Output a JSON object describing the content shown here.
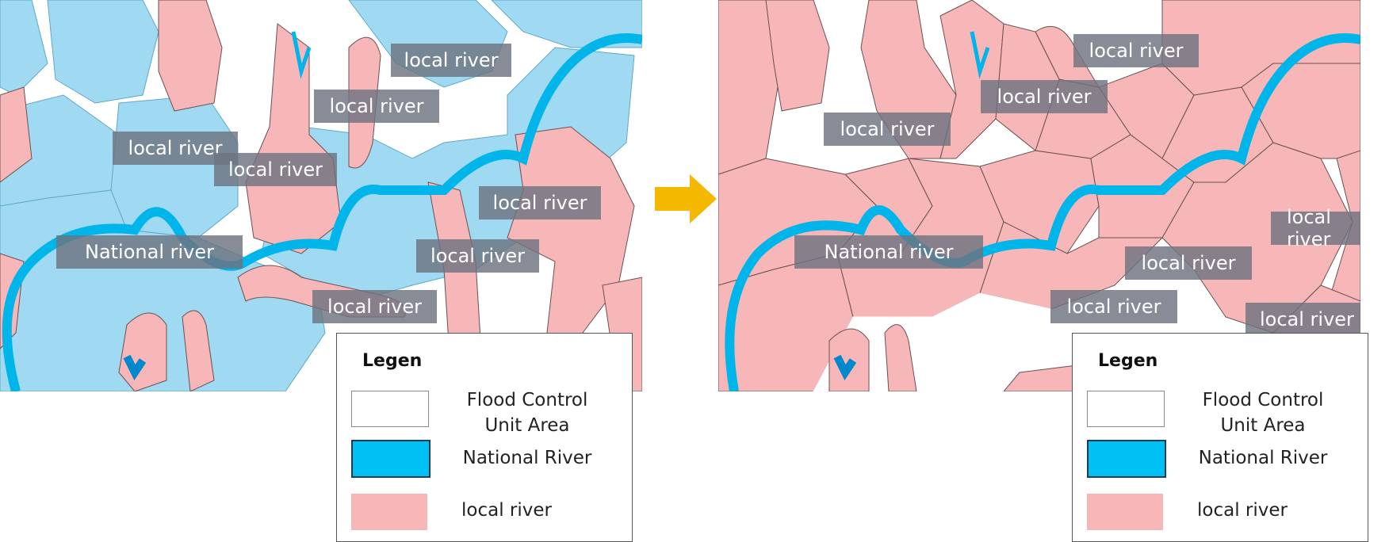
{
  "colors": {
    "national_river": "#00c0f2",
    "national_river_stroke": "#1a3a66",
    "local_river": "#f7b6b8",
    "flood_area_blue": "#9fdaf2",
    "arrow": "#f5b800"
  },
  "left_map": {
    "labels": {
      "l1": "local river",
      "l2": "local river",
      "l3": "local river",
      "l4": "local river",
      "l5": "local river",
      "l6": "local river",
      "l7": "local river",
      "national": "National river"
    }
  },
  "right_map": {
    "labels": {
      "l1": "local river",
      "l2": "local river",
      "l3": "local river",
      "l4": "local river",
      "l5": "local river",
      "l6": "local river",
      "l7": "local river",
      "national": "National river"
    }
  },
  "legend": {
    "title": "Legen",
    "flood_area_line1": "Flood Control",
    "flood_area_line2": "Unit Area",
    "national_river": "National River",
    "local_river": "local river"
  },
  "arrow_icon": "right-arrow-icon"
}
